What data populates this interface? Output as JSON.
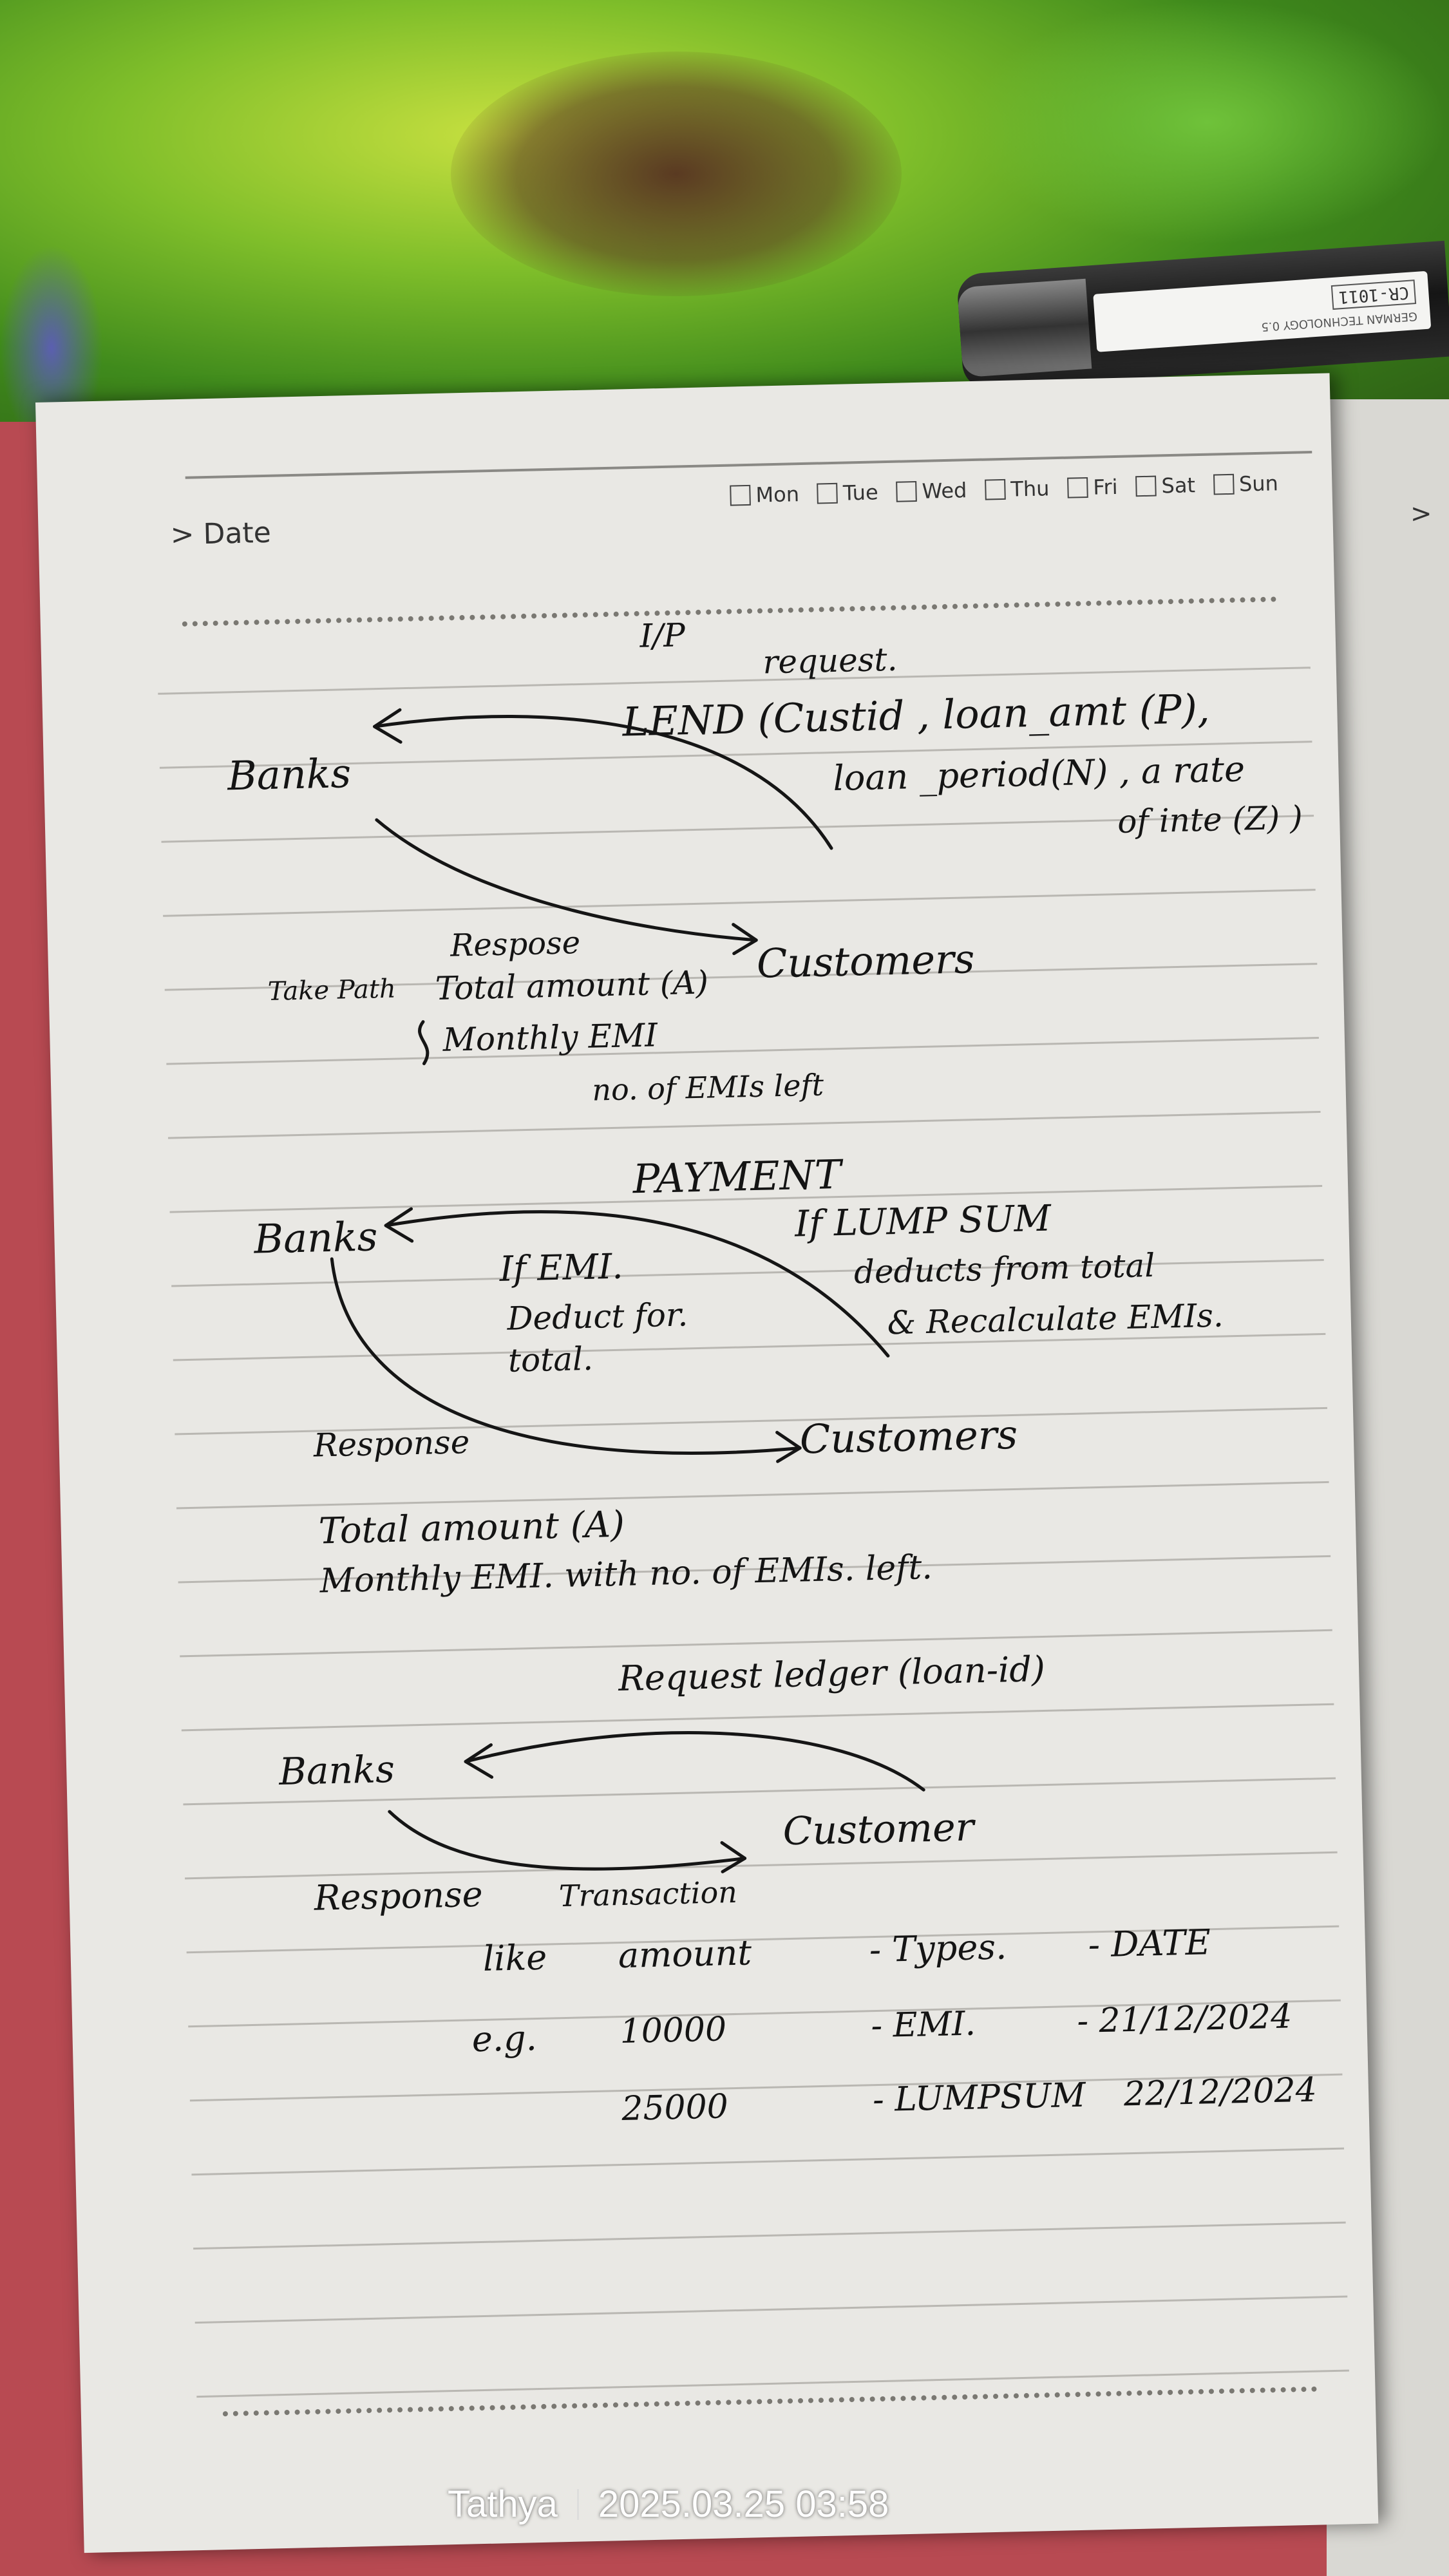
{
  "scene": {
    "pen_model": "CR-1011",
    "pen_brand": "GERMAN TECHNOLOGY 0.5"
  },
  "planner": {
    "date_label": "> Date",
    "days": [
      "Mon",
      "Tue",
      "Wed",
      "Thu",
      "Fri",
      "Sat",
      "Sun"
    ],
    "right_page_caret": ">"
  },
  "notes": {
    "section1": {
      "ip": "I/P",
      "request": "request.",
      "call": "LEND (Custid , loan_amt (P),",
      "call_cont1": "loan _period(N) , a rate",
      "call_cont2": "of inte (Z) )",
      "banks": "Banks",
      "customers": "Customers",
      "response": "Respose",
      "take_path": "Take Path",
      "out1": "Total amount (A)",
      "out2": "Monthly EMI",
      "out3": "no. of EMIs left"
    },
    "section2": {
      "title": "PAYMENT",
      "banks": "Banks",
      "if_emi": "If EMI.",
      "deduct1": "Deduct for.",
      "deduct2": "total.",
      "lump1": "If LUMP SUM",
      "lump2": "deducts from total",
      "lump3": "& Recalculate EMIs.",
      "customers": "Customers",
      "response": "Response",
      "out1": "Total amount (A)",
      "out2": "Monthly EMI.   with no. of EMIs. left."
    },
    "section3": {
      "request": "Request ledger (loan-id)",
      "banks": "Banks",
      "customer": "Customer",
      "response": "Response",
      "transaction": "Transaction",
      "header_like": "like",
      "header_amount": "amount",
      "header_type": "- Types.",
      "header_date": "- DATE",
      "eg": "e.g.",
      "rows": [
        {
          "amount": "10000",
          "type": "- EMI.",
          "date": "- 21/12/2024"
        },
        {
          "amount": "25000",
          "type": "- LUMPSUM",
          "date": "22/12/2024"
        }
      ]
    }
  },
  "watermark": {
    "author": "Tathya",
    "timestamp": "2025.03.25 03:58"
  }
}
